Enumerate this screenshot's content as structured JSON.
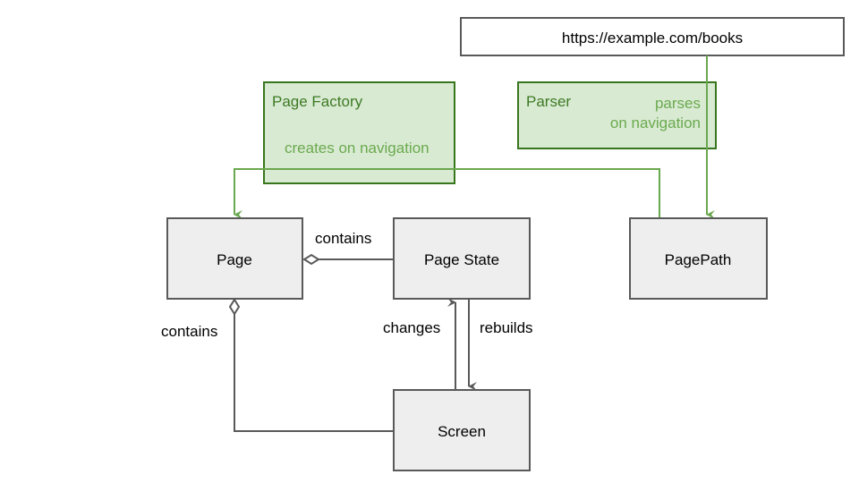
{
  "url_box": {
    "text": "https://example.com/books"
  },
  "groups": {
    "page_factory": {
      "title": "Page Factory",
      "note": "creates on navigation"
    },
    "parser": {
      "title": "Parser",
      "note_line1": "parses",
      "note_line2": "on navigation"
    }
  },
  "nodes": {
    "page": "Page",
    "page_state": "Page State",
    "page_path": "PagePath",
    "screen": "Screen"
  },
  "relations": {
    "page_contains_state": "contains",
    "page_contains_screen": "contains",
    "screen_changes_state": "changes",
    "state_rebuilds_screen": "rebuilds"
  },
  "colors": {
    "box_fill": "#eeeeee",
    "box_stroke": "#595959",
    "green_fill": "#d9ead3",
    "green_stroke": "#38761d",
    "green_line": "#6aa84f",
    "url_stroke": "#595959"
  }
}
